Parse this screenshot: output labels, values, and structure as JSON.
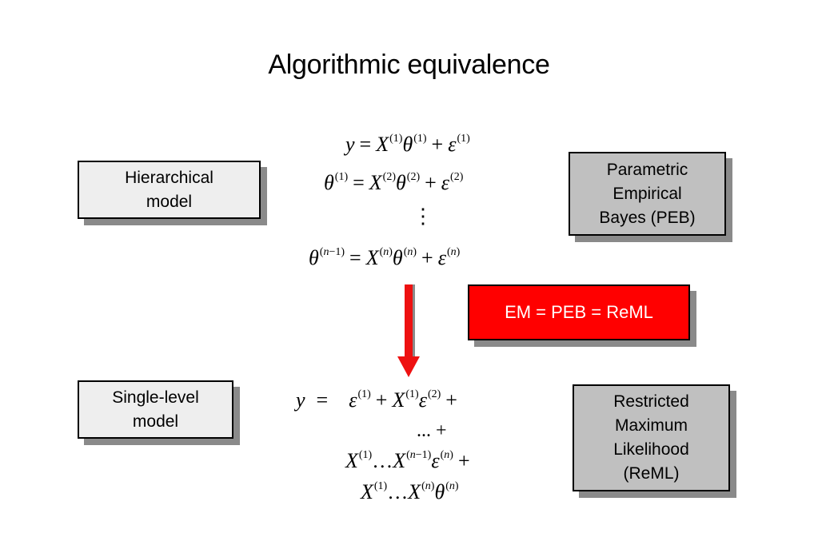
{
  "title": "Algorithmic equivalence",
  "boxes": {
    "hierarchical": [
      "Hierarchical",
      "model"
    ],
    "single_level": [
      "Single-level",
      "model"
    ],
    "peb": [
      "Parametric",
      "Empirical",
      "Bayes (PEB)"
    ],
    "em": "EM = PEB = ReML",
    "reml": [
      "Restricted",
      "Maximum",
      "Likelihood",
      "(ReML)"
    ]
  },
  "colors": {
    "arrow": "#ee1111",
    "em_box": "#ff0000",
    "gray_box": "#c0c0c0",
    "light_box": "#eeeeee",
    "shadow": "#8a8a8a"
  },
  "math": {
    "vdots": "⋮",
    "ellipsis_plus": "... +"
  }
}
